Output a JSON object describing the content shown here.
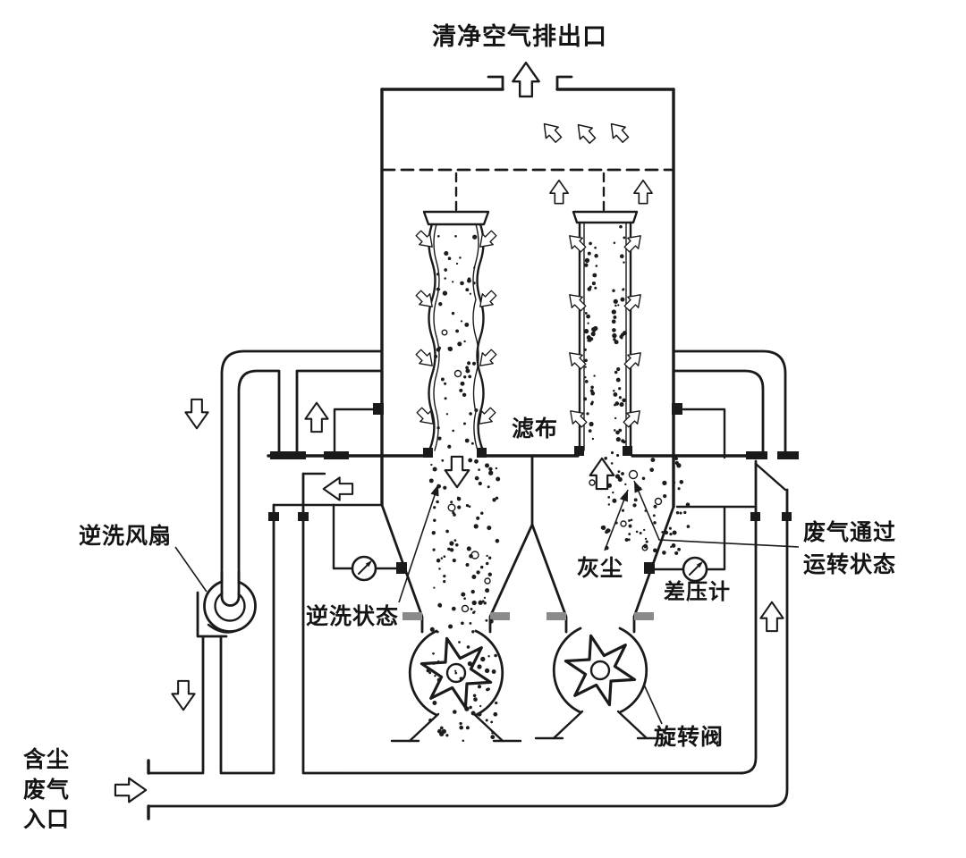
{
  "diagram": {
    "labels": {
      "clean_air_outlet": "清净空气排出口",
      "filter_cloth": "滤布",
      "dust": "灰尘",
      "backwash_fan": "逆洗风扇",
      "backwash_state": "逆洗状态",
      "exhaust_passing_line1": "废气通过",
      "exhaust_passing_line2": "运转状态",
      "differential_pressure_gauge": "差压计",
      "rotary_valve": "旋转阀",
      "inlet_line1": "含尘",
      "inlet_line2": "废气",
      "inlet_line3": "入口"
    },
    "colors": {
      "line": "#1a1a1a",
      "background": "#ffffff",
      "flange_gray": "#8a8a8a"
    }
  }
}
